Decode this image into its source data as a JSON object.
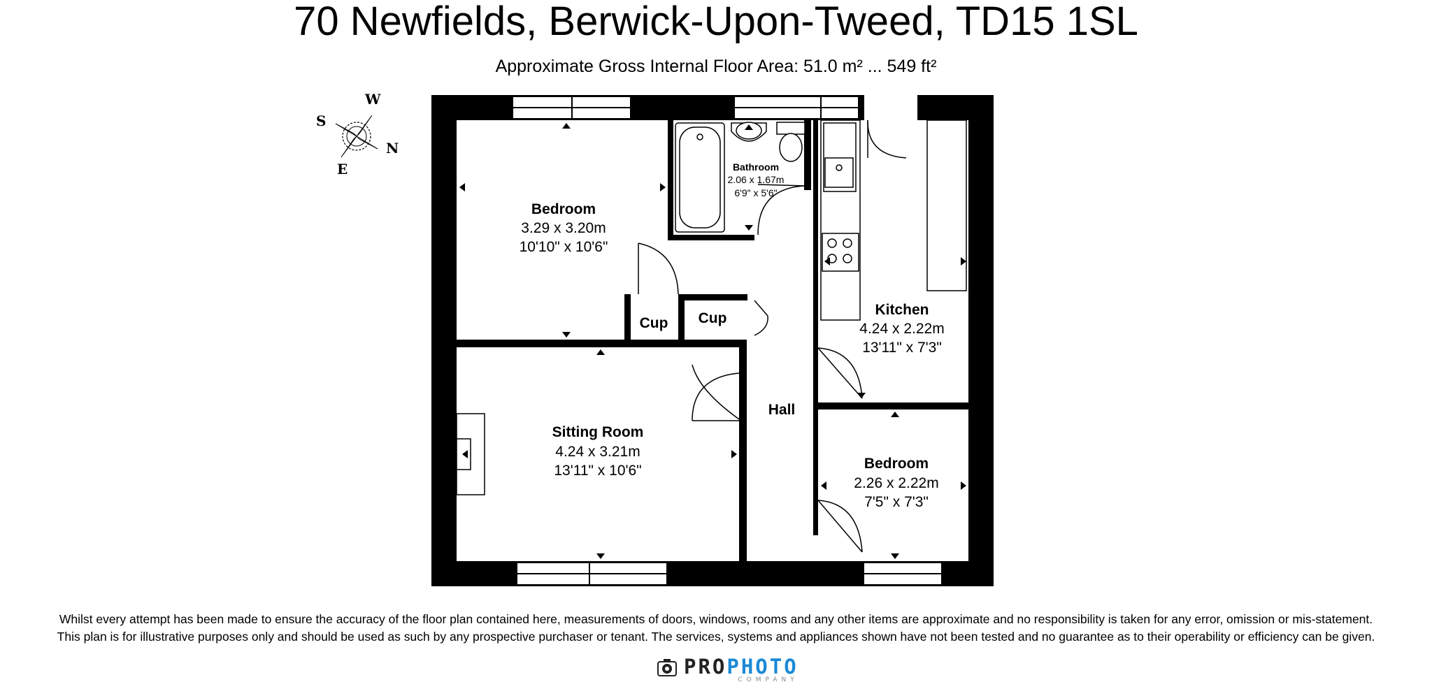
{
  "header": {
    "title": "70 Newfields, Berwick-Upon-Tweed, TD15 1SL",
    "subtitle": "Approximate Gross Internal Floor Area: 51.0 m² ... 549 ft²"
  },
  "compass": {
    "north": "N",
    "south": "S",
    "east": "E",
    "west": "W"
  },
  "rooms": {
    "bedroom1": {
      "name": "Bedroom",
      "metric": "3.29 x 3.20m",
      "imperial": "10'10\" x 10'6\""
    },
    "bathroom": {
      "name": "Bathroom",
      "metric": "2.06 x 1.67m",
      "imperial": "6'9\" x 5'6\""
    },
    "kitchen": {
      "name": "Kitchen",
      "metric": "4.24 x 2.22m",
      "imperial": "13'11\" x 7'3\""
    },
    "sitting": {
      "name": "Sitting Room",
      "metric": "4.24 x 3.21m",
      "imperial": "13'11\" x 10'6\""
    },
    "bedroom2": {
      "name": "Bedroom",
      "metric": "2.26 x 2.22m",
      "imperial": "7'5\" x 7'3\""
    },
    "hall": {
      "name": "Hall"
    },
    "cup1": {
      "name": "Cup"
    },
    "cup2": {
      "name": "Cup"
    }
  },
  "disclaimer": {
    "line1": "Whilst every attempt has been made to ensure the accuracy of the floor plan contained here, measurements of doors, windows, rooms and any other items are approximate and no responsibility is taken for any error, omission or mis-statement.",
    "line2": "This plan is for illustrative purposes only and should be used as such by any prospective purchaser or tenant. The services, systems and appliances shown have not been tested and no guarantee as to their operability or efficiency can be given."
  },
  "logo": {
    "part1": "PRO",
    "part2": "PHOTO",
    "tagline": "COMPANY",
    "colors": {
      "pro": "#222222",
      "photo": "#1a8ad6"
    }
  }
}
